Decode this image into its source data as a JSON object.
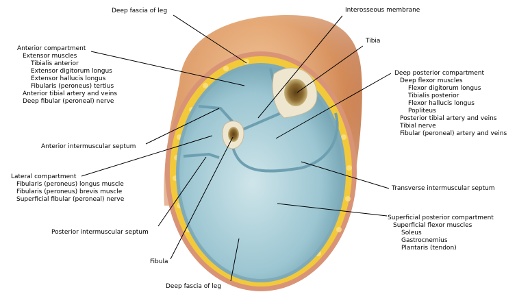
{
  "title": "Cross section of the leg showing fascial compartments",
  "colors": {
    "skin": "#e2a06a",
    "skin_dark": "#b8602e",
    "fat": "#f2c93a",
    "fascia": "#c9826a",
    "muscle": "#8fbccb",
    "muscle_light": "#c5dfe6",
    "septum": "#6d9fb0",
    "bone": "#efe6cf",
    "marrow": "#7a5a2a",
    "leader": "#000000"
  },
  "labels": {
    "deep_fascia_top": "Deep fascia of leg",
    "interosseous": "Interosseous membrane",
    "tibia": "Tibia",
    "anterior": {
      "heading": "Anterior compartment",
      "sub": "Extensor muscles",
      "muscles": [
        "Tibialis anterior",
        "Extensor digitorum longus",
        "Extensor hallucis longus",
        "Fibularis (peroneus) tertius"
      ],
      "extra": [
        "Anterior tibial artery and veins",
        "Deep fibular (peroneal) nerve"
      ]
    },
    "deep_posterior": {
      "heading": "Deep posterior compartment",
      "sub": "Deep flexor muscles",
      "muscles": [
        "Flexor digitorum longus",
        "Tibialis posterior",
        "Flexor hallucis longus",
        "Popliteus"
      ],
      "extra": [
        "Posterior tibial artery and veins",
        "Tibial nerve",
        "Fibular (peroneal) artery and veins"
      ]
    },
    "anterior_septum": "Anterior intermuscular septum",
    "lateral": {
      "heading": "Lateral compartment",
      "items": [
        "Fibularis (peroneus) longus muscle",
        "Fibularis (peroneus) brevis muscle",
        "Superficial fibular (peroneal) nerve"
      ]
    },
    "transverse_septum": "Transverse intermuscular septum",
    "superficial_posterior": {
      "heading": "Superficial posterior compartment",
      "sub": "Superficial flexor muscles",
      "muscles": [
        "Soleus",
        "Gastrocnemius",
        "Plantaris (tendon)"
      ]
    },
    "posterior_septum": "Posterior intermuscular septum",
    "fibula": "Fibula",
    "deep_fascia_bottom": "Deep fascia of leg"
  }
}
